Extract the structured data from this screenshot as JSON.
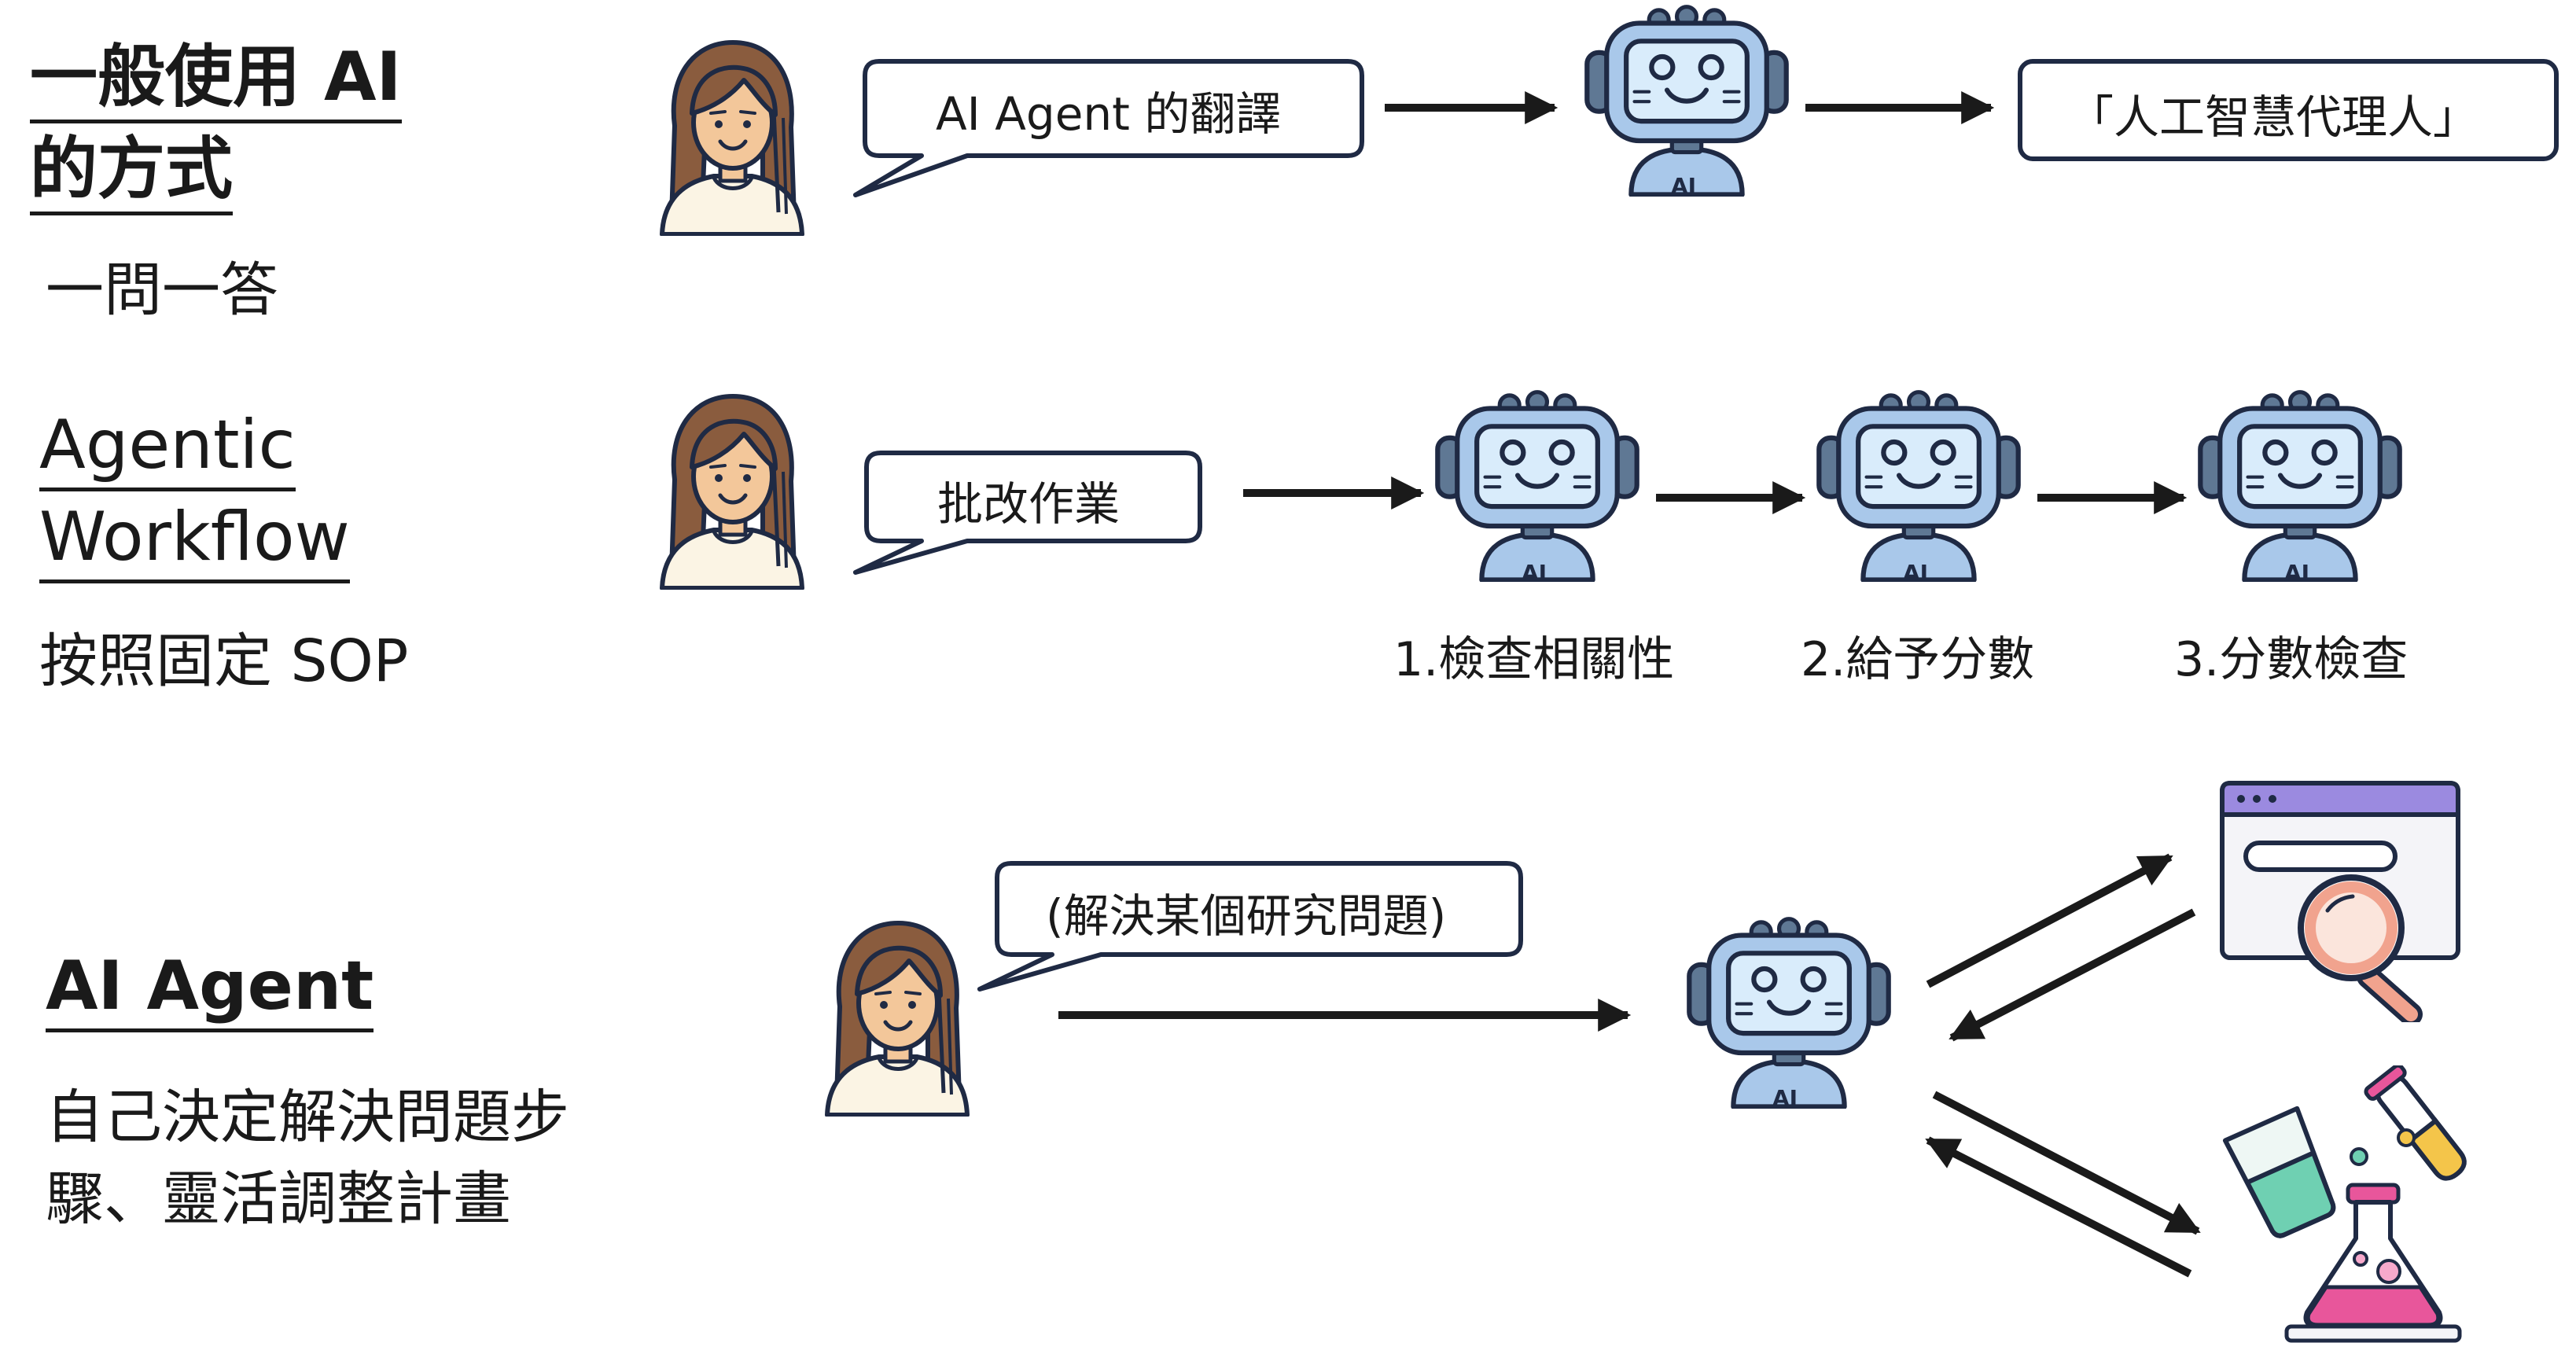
{
  "row1": {
    "heading_line1": "一般使用 AI",
    "heading_line2": "的方式",
    "subtitle": "一問一答",
    "bubble": "AI Agent 的翻譯",
    "output_box": "「人工智慧代理人」"
  },
  "row2": {
    "heading_line1": "Agentic",
    "heading_line2": "Workflow",
    "subtitle": "按照固定 SOP",
    "bubble": "批改作業",
    "steps": [
      "1.檢查相關性",
      "2.給予分數",
      "3.分數檢查"
    ]
  },
  "row3": {
    "heading": "AI Agent",
    "subtitle_line1": "自己決定解決問題步",
    "subtitle_line2": "驟、靈活調整計畫",
    "bubble": "(解決某個研究問題)"
  },
  "robot_label": "AI",
  "icons": [
    "woman-icon",
    "robot-icon",
    "search-window-icon",
    "lab-flask-icon"
  ],
  "colors": {
    "ink": "#1a1a1a",
    "outline": "#1f2a44",
    "robot_face": "#a9c8ea",
    "robot_screen": "#d9ecfb",
    "robot_dark": "#5f7894",
    "hair": "#8a5c3e",
    "skin": "#f3c79a",
    "shirt": "#fbf4e4",
    "window_bar": "#9b8ae0",
    "magnifier": "#f1a38e",
    "flask_liquid": "#e8569b",
    "beaker_liquid": "#6fd0b2",
    "tube_liquid": "#f4c54a"
  }
}
